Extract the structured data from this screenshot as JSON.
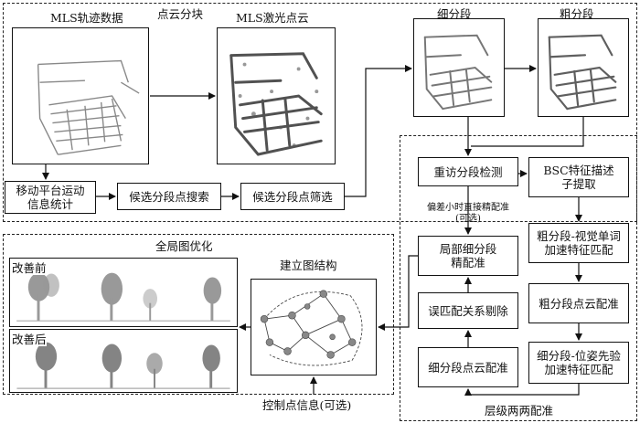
{
  "top_section": {
    "mls_trajectory_title": "MLS轨迹数据",
    "pointcloud_partition_title": "点云分块",
    "mls_laser_title": "MLS激光点云",
    "fine_segment_title": "细分段",
    "coarse_segment_title": "粗分段",
    "step_platform_stats": "移动平台运动信息统计",
    "step_candidate_search": "候选分段点搜索",
    "step_candidate_filter": "候选分段点筛选"
  },
  "bottom_right": {
    "revisit_detection": "重访分段检测",
    "bsc_feature": "BSC特征描述子提取",
    "coarse_visual_word": "粗分段-视觉单词加速特征匹配",
    "coarse_registration": "粗分段点云配准",
    "fine_pose_prior": "细分段-位姿先验加速特征匹配",
    "fine_registration": "细分段点云配准",
    "mismatch_removal": "误匹配关系剔除",
    "local_fine_registration": "局部细分段精配准",
    "small_error_note_line1": "偏差小时直接精配准",
    "small_error_note_line2": "(可选)",
    "section_title": "层级两两配准"
  },
  "bottom_left": {
    "global_optimization_title": "全局图优化",
    "before_label": "改善前",
    "after_label": "改善后",
    "build_graph_title": "建立图结构",
    "control_points": "控制点信息(可选)"
  }
}
